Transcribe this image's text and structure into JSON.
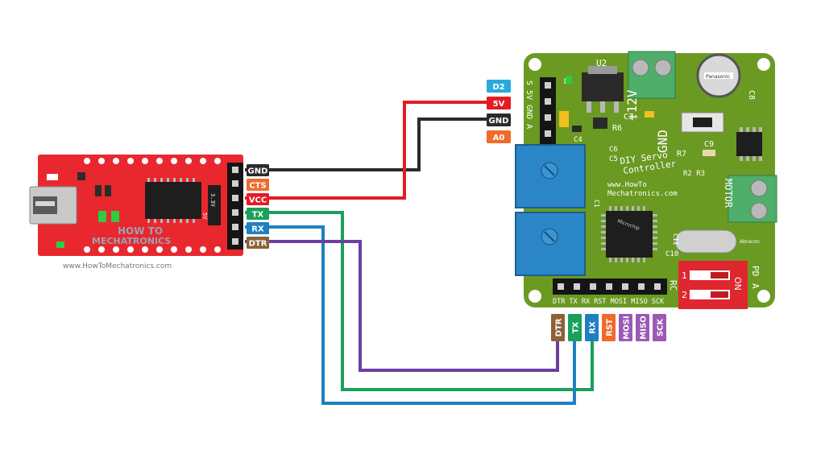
{
  "colors": {
    "gnd": "#2b2b2b",
    "vcc": "#e31b23",
    "tx": "#1aa05a",
    "rx": "#1f7fc1",
    "dtr": "#6b3fa0",
    "cts": "#ef6b2c",
    "d2": "#2aa9df",
    "a0": "#ef6b2c",
    "rst": "#ef6b2c",
    "mosi": "#9b59b6",
    "miso": "#9b59b6",
    "sck": "#9b59b6",
    "dtr_tag": "#8c6239",
    "pcb_green": "#6a9a22",
    "ftdi_red": "#e8282e"
  },
  "ftdi": {
    "pins": [
      "GND",
      "CTS",
      "VCC",
      "TX",
      "RX",
      "DTR"
    ],
    "silk_33v": "3.3V",
    "silk_5v": "5V",
    "logo_line1": "HOW TO",
    "logo_line2": "MECHATRONICS",
    "url": "www.HowToMechatronics.com"
  },
  "controller": {
    "power_pins": [
      "D2",
      "5V",
      "GND",
      "A0"
    ],
    "power_header_silk": "S 5V GND A",
    "bottom_pins": [
      "DTR",
      "TX",
      "RX",
      "RST",
      "MOSI",
      "MISO",
      "SCK"
    ],
    "bottom_header_silk": "DTR TX RX RST MOSI MISO SCK",
    "title_line1": "DIY Servo",
    "title_line2": "Controller",
    "url_line1": "www.HowTo",
    "url_line2": "Mechatronics.com",
    "label_u2": "U2",
    "label_12v": "+12V",
    "label_gnd": "GND",
    "label_c3": "C3+",
    "label_r6": "R6",
    "label_c4": "C4",
    "label_c6": "C6",
    "label_c5": "C5",
    "label_r7": "R7",
    "label_c9": "C9",
    "label_c8": "C8",
    "label_r2r3": "R2 R3",
    "label_motor": "MOTOR",
    "label_c10": "C10",
    "label_c11": "C11",
    "label_c1": "C1",
    "label_d1": "D1",
    "label_rc": "RC",
    "label_pd": "PD",
    "label_a": "A",
    "chip_brand": "Microchip",
    "cap_brand": "Panasonic",
    "crystal_brand": "Abracon",
    "dip_on": "ON",
    "dip_1": "1",
    "dip_2": "2"
  }
}
